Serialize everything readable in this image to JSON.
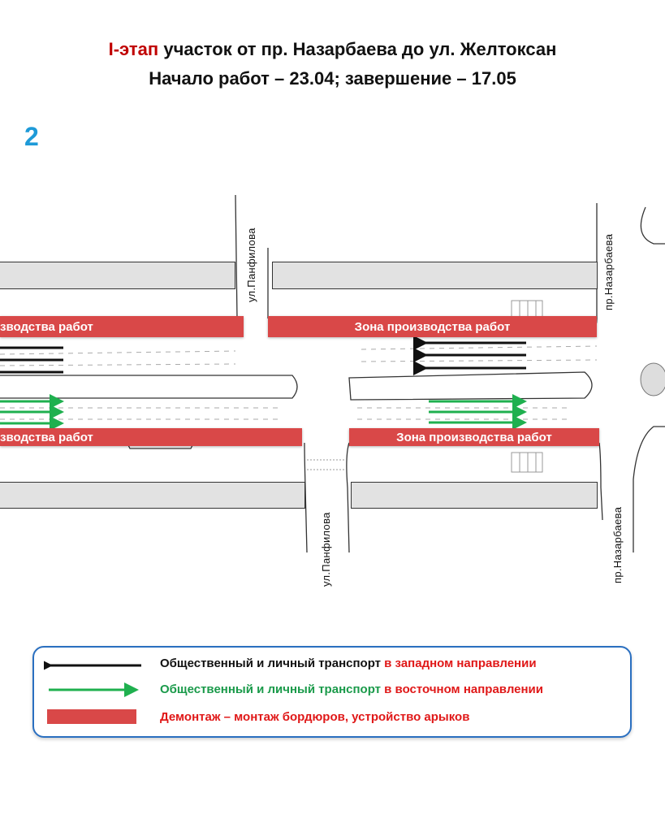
{
  "header": {
    "stage_label": "I-этап",
    "title_rest": " участок от пр. Назарбаева до ул. Желтоксан",
    "dates": "Начало работ – 23.04; завершение – 17.05"
  },
  "page_number": "2",
  "map": {
    "streets": {
      "panfilova_top": "ул.Панфилова",
      "nazarbaeva_top": "пр.Назарбаева",
      "panfilova_bottom": "ул.Панфилова",
      "nazarbaeva_bottom": "пр.Назарбаева"
    },
    "zones": {
      "top_left": "зводства работ",
      "top_right": "Зона производства работ",
      "bottom_left": "зводства работ",
      "bottom_right": "Зона производства работ"
    }
  },
  "legend": {
    "west": {
      "black_text": "Общественный и личный транспорт ",
      "red_text": "в западном направлении"
    },
    "east": {
      "green_text": "Общественный и личный транспорт ",
      "red_text": "в восточном направлении"
    },
    "works": {
      "red_text": "Демонтаж – монтаж бордюров, устройство арыков"
    }
  },
  "colors": {
    "zone": "#d94848",
    "west_arrow": "#111111",
    "east_arrow": "#1fb04f",
    "legend_border": "#2a6fc0",
    "page_number": "#1e9ad8"
  }
}
